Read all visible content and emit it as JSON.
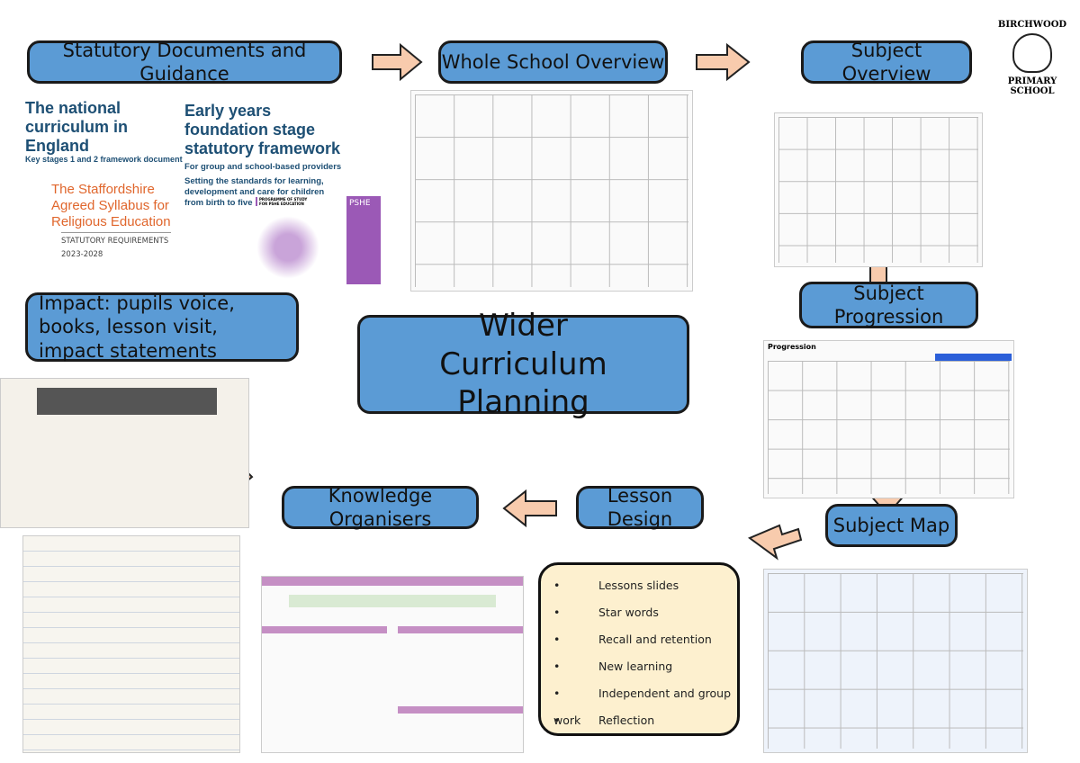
{
  "boxes": {
    "statutory": "Statutory Documents and Guidance",
    "whole_school": "Whole School Overview",
    "subject_overview": "Subject Overview",
    "subject_progression": "Subject Progression",
    "subject_map": "Subject Map",
    "lesson_design": "Lesson Design",
    "knowledge_organisers": "Knowledge Organisers",
    "impact": "Impact: pupils voice, books, lesson visit, impact statements",
    "center": "Wider Curriculum Planning"
  },
  "logo": {
    "top": "BIRCHWOOD",
    "bottom": "PRIMARY SCHOOL"
  },
  "docs": {
    "nc_title": "The national curriculum in England",
    "nc_sub": "Key stages 1 and 2 framework document",
    "eyfs_title": "Early years foundation stage statutory framework",
    "eyfs_sub": "For group and school-based providers",
    "eyfs_desc": "Setting the standards for learning, development and care for children from birth to five",
    "re_title": "The Staffordshire Agreed Syllabus for Religious Education",
    "re_sub": "STATUTORY REQUIREMENTS",
    "re_years": "2023-2028",
    "pshe_prog": "PROGRAMME OF STUDY FOR PSHE EDUCATION",
    "pshe_logo": "PSHE"
  },
  "thumbs": {
    "progression_label": "Progression"
  },
  "lesson_items": [
    "Lessons slides",
    "Star words",
    "Recall and retention",
    "New learning",
    "Independent and group work",
    "Reflection"
  ],
  "colors": {
    "box": "#5b9bd5",
    "arrow": "#f8cbad",
    "bullet_bg": "#fdf0cf",
    "re": "#e0662c",
    "pshe": "#9b59b6"
  }
}
